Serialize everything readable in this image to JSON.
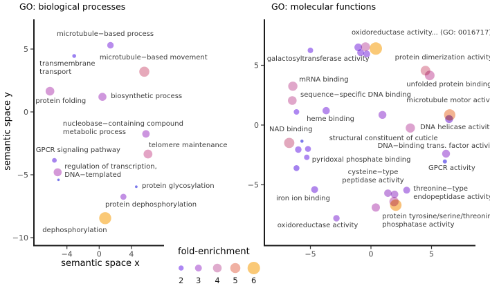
{
  "legend": {
    "title": "fold-enrichment",
    "items": [
      {
        "value": "2",
        "r": 3.7,
        "color": "#9b6df0"
      },
      {
        "value": "3",
        "r": 5.0,
        "color": "#c07fdd"
      },
      {
        "value": "4",
        "r": 6.3,
        "color": "#d898c2"
      },
      {
        "value": "5",
        "r": 7.3,
        "color": "#eda08f"
      },
      {
        "value": "6",
        "r": 9.0,
        "color": "#f9bd59"
      }
    ]
  },
  "chart_data": [
    {
      "type": "scatter",
      "title": "GO: biological processes",
      "xlabel": "semantic space x",
      "ylabel": "semantic space y",
      "xlim": [
        -8.0,
        8.1
      ],
      "ylim": [
        -10.6,
        7.4
      ],
      "grid": false,
      "x_ticks": [
        {
          "value": -4,
          "label": "−4"
        },
        {
          "value": 0,
          "label": "0"
        },
        {
          "value": 4,
          "label": "4"
        }
      ],
      "y_ticks": [
        {
          "value": 5,
          "label": "5"
        },
        {
          "value": 0,
          "label": "0"
        },
        {
          "value": -5,
          "label": "−5"
        },
        {
          "value": -10,
          "label": "−10"
        }
      ],
      "points": [
        {
          "label": "microtubule−based process",
          "x": 1.4,
          "y": 5.3,
          "fold": 2.7,
          "r": 4.7,
          "color": "#a873e8"
        },
        {
          "label": "transmembrane transport",
          "x": -3.1,
          "y": 4.45,
          "fold": 1.8,
          "r": 2.8,
          "color": "#8566ee"
        },
        {
          "label": "microtubule−based movement",
          "x": 5.6,
          "y": 3.2,
          "fold": 4.7,
          "r": 7.3,
          "color": "#e096ab"
        },
        {
          "label": "protein folding",
          "x": -6.1,
          "y": 1.65,
          "fold": 4.0,
          "r": 6.3,
          "color": "#cd85cd"
        },
        {
          "label": "biosynthetic process",
          "x": 0.4,
          "y": 1.2,
          "fold": 3.5,
          "r": 5.8,
          "color": "#c580d5"
        },
        {
          "label": "nucleobase−containing compound metabolic process",
          "x": 5.8,
          "y": -1.75,
          "fold": 3.1,
          "r": 5.4,
          "color": "#c17ed8"
        },
        {
          "label": "telomere maintenance",
          "x": 6.05,
          "y": -3.35,
          "fold": 4.0,
          "r": 6.4,
          "color": "#dd90b8"
        },
        {
          "label": "GPCR signaling pathway",
          "x": -5.55,
          "y": -3.85,
          "fold": 2.0,
          "r": 3.4,
          "color": "#9369ea"
        },
        {
          "label": "regulation of transcription, DNA−templated",
          "x": -5.15,
          "y": -4.8,
          "fold": 3.5,
          "r": 5.8,
          "color": "#ca83d0"
        },
        {
          "label": "",
          "x": -5.05,
          "y": -5.4,
          "fold": 1.5,
          "r": 1.8,
          "color": "#5e5be6"
        },
        {
          "label": "protein glycosylation",
          "x": 4.6,
          "y": -5.95,
          "fold": 1.5,
          "r": 1.9,
          "color": "#5e5be6"
        },
        {
          "label": "protein dephosphorylation",
          "x": 3.0,
          "y": -6.75,
          "fold": 2.5,
          "r": 4.4,
          "color": "#b478de"
        },
        {
          "label": "dephosphorylation",
          "x": 0.75,
          "y": -8.45,
          "fold": 6.0,
          "r": 8.7,
          "color": "#f9bd59"
        }
      ],
      "labels": [
        {
          "lines": [
            "microtubule−based process"
          ],
          "x": 0.75,
          "y": 6.15,
          "anchor": "middle"
        },
        {
          "lines": [
            "microtubule−based movement"
          ],
          "x": 0.05,
          "y": 4.29,
          "anchor": "start"
        },
        {
          "lines": [
            "transmembrane",
            "transport"
          ],
          "x": -7.4,
          "y": 3.46,
          "anchor": "start"
        },
        {
          "lines": [
            "protein folding"
          ],
          "x": -7.9,
          "y": 0.82,
          "anchor": "start"
        },
        {
          "lines": [
            "biosynthetic process"
          ],
          "x": 1.45,
          "y": 1.21,
          "anchor": "start"
        },
        {
          "lines": [
            "nucleobase−containing compound",
            "metabolic process"
          ],
          "x": -4.5,
          "y": -1.32,
          "anchor": "start"
        },
        {
          "lines": [
            "telomere maintenance"
          ],
          "x": 6.15,
          "y": -2.69,
          "anchor": "start"
        },
        {
          "lines": [
            "GPCR signaling pathway"
          ],
          "x": -7.85,
          "y": -3.08,
          "anchor": "start"
        },
        {
          "lines": [
            "regulation of transcription,",
            "DNA−templated"
          ],
          "x": -4.3,
          "y": -4.73,
          "anchor": "start"
        },
        {
          "lines": [
            "protein glycosylation"
          ],
          "x": 5.3,
          "y": -5.93,
          "anchor": "start"
        },
        {
          "lines": [
            "protein dephosphorylation"
          ],
          "x": 0.75,
          "y": -7.42,
          "anchor": "start"
        },
        {
          "lines": [
            "dephosphorylation"
          ],
          "x": -7.05,
          "y": -9.45,
          "anchor": "start"
        }
      ]
    },
    {
      "type": "scatter",
      "title": "GO: molecular functions",
      "xlabel": "",
      "ylabel": "",
      "xlim": [
        -8.7,
        8.6
      ],
      "ylim": [
        -10.1,
        8.9
      ],
      "grid": false,
      "x_ticks": [
        {
          "value": -5,
          "label": "−5"
        },
        {
          "value": 0,
          "label": "0"
        },
        {
          "value": 5,
          "label": "5"
        }
      ],
      "y_ticks": [
        {
          "value": 5,
          "label": "5"
        },
        {
          "value": 0,
          "label": "0"
        },
        {
          "value": -5,
          "label": "−5"
        }
      ],
      "points": [
        {
          "label": "galactosyltransferase activity",
          "x": -5.0,
          "y": 6.25,
          "fold": 2.3,
          "r": 4.0,
          "color": "#9c6eee"
        },
        {
          "label": "",
          "x": -1.05,
          "y": 6.5,
          "fold": 3.2,
          "r": 5.5,
          "color": "#a671e8"
        },
        {
          "label": "",
          "x": -0.85,
          "y": 6.05,
          "fold": 2.9,
          "r": 5.0,
          "color": "#a671e8"
        },
        {
          "label": "",
          "x": -0.35,
          "y": 5.95,
          "fold": 2.9,
          "r": 5.0,
          "color": "#a671e8"
        },
        {
          "label": "",
          "x": -0.45,
          "y": 6.55,
          "fold": 4.1,
          "r": 6.5,
          "color": "#d592c4"
        },
        {
          "label": "oxidoreductase activity... (GO: 0016717)",
          "x": 0.4,
          "y": 6.4,
          "fold": 6.0,
          "r": 9.0,
          "color": "#f9bd59"
        },
        {
          "label": "protein dimerization activity",
          "x": 4.5,
          "y": 4.55,
          "fold": 4.5,
          "r": 7.0,
          "color": "#e29aac"
        },
        {
          "label": "unfolded protein binding",
          "x": 4.85,
          "y": 4.15,
          "fold": 4.5,
          "r": 7.0,
          "color": "#d88bbd"
        },
        {
          "label": "mRNA binding",
          "x": -6.45,
          "y": 3.25,
          "fold": 4.3,
          "r": 6.7,
          "color": "#d994be"
        },
        {
          "label": "sequence−specific DNA binding",
          "x": -6.5,
          "y": 2.05,
          "fold": 4.0,
          "r": 6.3,
          "color": "#d994be"
        },
        {
          "label": "",
          "x": -6.15,
          "y": 1.1,
          "fold": 2.3,
          "r": 4.0,
          "color": "#9c6eee"
        },
        {
          "label": "heme binding",
          "x": -3.7,
          "y": 1.2,
          "fold": 3.0,
          "r": 5.3,
          "color": "#a671e8"
        },
        {
          "label": "structural constituent of cuticle",
          "x": 0.95,
          "y": 0.85,
          "fold": 3.4,
          "r": 5.7,
          "color": "#b478de"
        },
        {
          "label": "microtubule motor activity",
          "x": 6.5,
          "y": 0.85,
          "fold": 5.4,
          "r": 8.2,
          "color": "#f0a479"
        },
        {
          "label": "",
          "x": 6.45,
          "y": 0.5,
          "fold": 3.4,
          "r": 5.7,
          "color": "#9c66e0"
        },
        {
          "label": "DNA helicase activity",
          "x": 3.25,
          "y": -0.25,
          "fold": 4.3,
          "r": 6.7,
          "color": "#d48fc4"
        },
        {
          "label": "NAD binding",
          "x": -6.75,
          "y": -1.5,
          "fold": 4.8,
          "r": 7.4,
          "color": "#dc95ae"
        },
        {
          "label": "",
          "x": -5.7,
          "y": -1.35,
          "fold": 1.6,
          "r": 2.3,
          "color": "#5e5be6"
        },
        {
          "label": "",
          "x": -6.0,
          "y": -2.05,
          "fold": 2.7,
          "r": 4.7,
          "color": "#9c6eee"
        },
        {
          "label": "",
          "x": -5.2,
          "y": -2.0,
          "fold": 2.4,
          "r": 4.3,
          "color": "#9c6eee"
        },
        {
          "label": "pyridoxal phosphate binding",
          "x": -5.3,
          "y": -2.7,
          "fold": 2.3,
          "r": 4.0,
          "color": "#9c6eee"
        },
        {
          "label": "",
          "x": -6.15,
          "y": -3.6,
          "fold": 2.4,
          "r": 4.3,
          "color": "#9066ec"
        },
        {
          "label": "DNA−binding trans. factor activity",
          "x": 6.2,
          "y": -2.4,
          "fold": 3.4,
          "r": 5.7,
          "color": "#b478de"
        },
        {
          "label": "GPCR activity",
          "x": 6.1,
          "y": -3.05,
          "fold": 2.0,
          "r": 3.0,
          "color": "#6e60ea"
        },
        {
          "label": "iron ion binding",
          "x": -4.65,
          "y": -5.4,
          "fold": 2.9,
          "r": 5.0,
          "color": "#a06ee6"
        },
        {
          "label": "cysteine−type peptidase activity",
          "x": 1.4,
          "y": -5.7,
          "fold": 3.1,
          "r": 5.4,
          "color": "#b87ad8"
        },
        {
          "label": "",
          "x": 1.95,
          "y": -5.8,
          "fold": 3.1,
          "r": 5.4,
          "color": "#b87ad8"
        },
        {
          "label": "threonine−type endopeptidase activity",
          "x": 2.95,
          "y": -5.45,
          "fold": 2.9,
          "r": 5.0,
          "color": "#ab73e2"
        },
        {
          "label": "protein tyrosine/serine/threonine phosphatase activity",
          "x": 2.05,
          "y": -6.7,
          "fold": 5.5,
          "r": 8.3,
          "color": "#f6b35e"
        },
        {
          "label": "",
          "x": 1.9,
          "y": -6.4,
          "fold": 4.3,
          "r": 6.7,
          "color": "#d48fc4"
        },
        {
          "label": "",
          "x": 0.4,
          "y": -6.9,
          "fold": 3.7,
          "r": 6.0,
          "color": "#cc84cc"
        },
        {
          "label": "oxidoreductase activity",
          "x": -2.85,
          "y": -7.8,
          "fold": 2.7,
          "r": 4.7,
          "color": "#ab73e2"
        }
      ],
      "labels": [
        {
          "lines": [
            "oxidoreductase activity... (GO: 0016717)"
          ],
          "x": -1.6,
          "y": 7.69,
          "anchor": "start"
        },
        {
          "lines": [
            "galactosyltransferase activity"
          ],
          "x": -8.59,
          "y": 5.49,
          "anchor": "start"
        },
        {
          "lines": [
            "protein dimerization activity"
          ],
          "x": 1.98,
          "y": 5.61,
          "anchor": "start"
        },
        {
          "lines": [
            "unfolded protein binding"
          ],
          "x": 2.93,
          "y": 3.38,
          "anchor": "start"
        },
        {
          "lines": [
            "mRNA binding"
          ],
          "x": -5.93,
          "y": 3.76,
          "anchor": "start"
        },
        {
          "lines": [
            "sequence−specific DNA binding"
          ],
          "x": -5.83,
          "y": 2.51,
          "anchor": "start"
        },
        {
          "lines": [
            "microtubule motor activity"
          ],
          "x": 2.93,
          "y": 2.02,
          "anchor": "start"
        },
        {
          "lines": [
            "heme binding"
          ],
          "x": -5.31,
          "y": 0.49,
          "anchor": "start"
        },
        {
          "lines": [
            "NAD binding"
          ],
          "x": -8.4,
          "y": -0.38,
          "anchor": "start"
        },
        {
          "lines": [
            "DNA helicase activity"
          ],
          "x": 4.06,
          "y": -0.23,
          "anchor": "start"
        },
        {
          "lines": [
            "structural constituent of cuticle"
          ],
          "x": -3.45,
          "y": -1.16,
          "anchor": "start"
        },
        {
          "lines": [
            "DNA−binding trans. factor activity"
          ],
          "x": 0.55,
          "y": -1.79,
          "anchor": "start"
        },
        {
          "lines": [
            "pyridoxal phosphate binding"
          ],
          "x": -4.87,
          "y": -2.95,
          "anchor": "start"
        },
        {
          "lines": [
            "GPCR activity"
          ],
          "x": 4.74,
          "y": -3.64,
          "anchor": "start"
        },
        {
          "lines": [
            "cysteine−type",
            "peptidase activity"
          ],
          "x": 0.17,
          "y": -4.31,
          "anchor": "middle"
        },
        {
          "lines": [
            "threonine−type",
            "endopeptidase activity"
          ],
          "x": 3.5,
          "y": -5.72,
          "anchor": "start"
        },
        {
          "lines": [
            "iron ion binding"
          ],
          "x": -7.83,
          "y": -6.16,
          "anchor": "start"
        },
        {
          "lines": [
            "protein tyrosine/serine/threonine",
            "phosphatase activity"
          ],
          "x": 0.93,
          "y": -8.03,
          "anchor": "start"
        },
        {
          "lines": [
            "oxidoreductase activity"
          ],
          "x": -7.73,
          "y": -8.41,
          "anchor": "start"
        }
      ]
    }
  ]
}
